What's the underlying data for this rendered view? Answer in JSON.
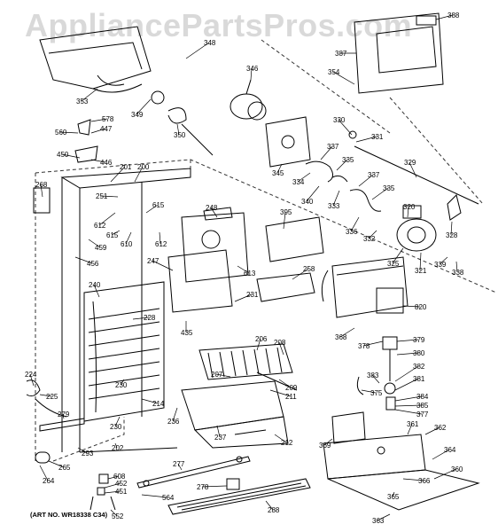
{
  "watermark": "AppliancePartsPros.com",
  "art_number": "(ART NO. WR18338 C34)",
  "parts": [
    {
      "id": "p387",
      "label": "387"
    },
    {
      "id": "p388",
      "label": "388"
    },
    {
      "id": "p348",
      "label": "348"
    },
    {
      "id": "p353",
      "label": "353"
    },
    {
      "id": "p346",
      "label": "346"
    },
    {
      "id": "p354",
      "label": "354"
    },
    {
      "id": "p578",
      "label": "578"
    },
    {
      "id": "p447",
      "label": "447"
    },
    {
      "id": "p560",
      "label": "560"
    },
    {
      "id": "p349",
      "label": "349"
    },
    {
      "id": "p350",
      "label": "350"
    },
    {
      "id": "p330",
      "label": "330"
    },
    {
      "id": "p331",
      "label": "331"
    },
    {
      "id": "p450",
      "label": "450"
    },
    {
      "id": "p446",
      "label": "446"
    },
    {
      "id": "p345",
      "label": "345"
    },
    {
      "id": "p337a",
      "label": "337"
    },
    {
      "id": "p201",
      "label": "201"
    },
    {
      "id": "p200",
      "label": "200"
    },
    {
      "id": "p329",
      "label": "329"
    },
    {
      "id": "p335a",
      "label": "335"
    },
    {
      "id": "p334",
      "label": "334"
    },
    {
      "id": "p337b",
      "label": "337"
    },
    {
      "id": "p268",
      "label": "268"
    },
    {
      "id": "p251",
      "label": "251"
    },
    {
      "id": "p340",
      "label": "340"
    },
    {
      "id": "p333",
      "label": "333"
    },
    {
      "id": "p335b",
      "label": "335"
    },
    {
      "id": "p615a",
      "label": "615"
    },
    {
      "id": "p248",
      "label": "248"
    },
    {
      "id": "p320",
      "label": "320"
    },
    {
      "id": "p612a",
      "label": "612"
    },
    {
      "id": "p395",
      "label": "395"
    },
    {
      "id": "p615b",
      "label": "615"
    },
    {
      "id": "p336",
      "label": "336"
    },
    {
      "id": "p328",
      "label": "328"
    },
    {
      "id": "p332",
      "label": "332"
    },
    {
      "id": "p612b",
      "label": "612"
    },
    {
      "id": "p459",
      "label": "459"
    },
    {
      "id": "p610",
      "label": "610"
    },
    {
      "id": "p325",
      "label": "325"
    },
    {
      "id": "p321",
      "label": "321"
    },
    {
      "id": "p339",
      "label": "339"
    },
    {
      "id": "p338",
      "label": "338"
    },
    {
      "id": "p456",
      "label": "456"
    },
    {
      "id": "p247",
      "label": "247"
    },
    {
      "id": "p258",
      "label": "258"
    },
    {
      "id": "p613",
      "label": "613"
    },
    {
      "id": "p240",
      "label": "240"
    },
    {
      "id": "p231",
      "label": "231"
    },
    {
      "id": "p820",
      "label": "820"
    },
    {
      "id": "p228",
      "label": "228"
    },
    {
      "id": "p435",
      "label": "435"
    },
    {
      "id": "p368",
      "label": "368"
    },
    {
      "id": "p206",
      "label": "206"
    },
    {
      "id": "p208",
      "label": "208"
    },
    {
      "id": "p378",
      "label": "378"
    },
    {
      "id": "p379",
      "label": "379"
    },
    {
      "id": "p380",
      "label": "380"
    },
    {
      "id": "p207",
      "label": "207"
    },
    {
      "id": "p382",
      "label": "382"
    },
    {
      "id": "p224",
      "label": "224"
    },
    {
      "id": "p383",
      "label": "383"
    },
    {
      "id": "p209",
      "label": "209"
    },
    {
      "id": "p381",
      "label": "381"
    },
    {
      "id": "p230a",
      "label": "230"
    },
    {
      "id": "p375",
      "label": "375"
    },
    {
      "id": "p225",
      "label": "225"
    },
    {
      "id": "p211",
      "label": "211"
    },
    {
      "id": "p384",
      "label": "384"
    },
    {
      "id": "p385",
      "label": "385"
    },
    {
      "id": "p214",
      "label": "214"
    },
    {
      "id": "p279",
      "label": "279"
    },
    {
      "id": "p236",
      "label": "236"
    },
    {
      "id": "p377",
      "label": "377"
    },
    {
      "id": "p230b",
      "label": "230"
    },
    {
      "id": "p361",
      "label": "361"
    },
    {
      "id": "p362",
      "label": "362"
    },
    {
      "id": "p237",
      "label": "237"
    },
    {
      "id": "p212",
      "label": "212"
    },
    {
      "id": "p369",
      "label": "369"
    },
    {
      "id": "p202",
      "label": "202"
    },
    {
      "id": "p293",
      "label": "293"
    },
    {
      "id": "p265",
      "label": "265"
    },
    {
      "id": "p364",
      "label": "364"
    },
    {
      "id": "p277",
      "label": "277"
    },
    {
      "id": "p608",
      "label": "608"
    },
    {
      "id": "p360",
      "label": "360"
    },
    {
      "id": "p264",
      "label": "264"
    },
    {
      "id": "p452",
      "label": "452"
    },
    {
      "id": "p451",
      "label": "451"
    },
    {
      "id": "p278",
      "label": "278"
    },
    {
      "id": "p366",
      "label": "366"
    },
    {
      "id": "p564",
      "label": "564"
    },
    {
      "id": "p365",
      "label": "365"
    },
    {
      "id": "p552",
      "label": "552"
    },
    {
      "id": "p288",
      "label": "288"
    },
    {
      "id": "p363",
      "label": "363"
    }
  ]
}
